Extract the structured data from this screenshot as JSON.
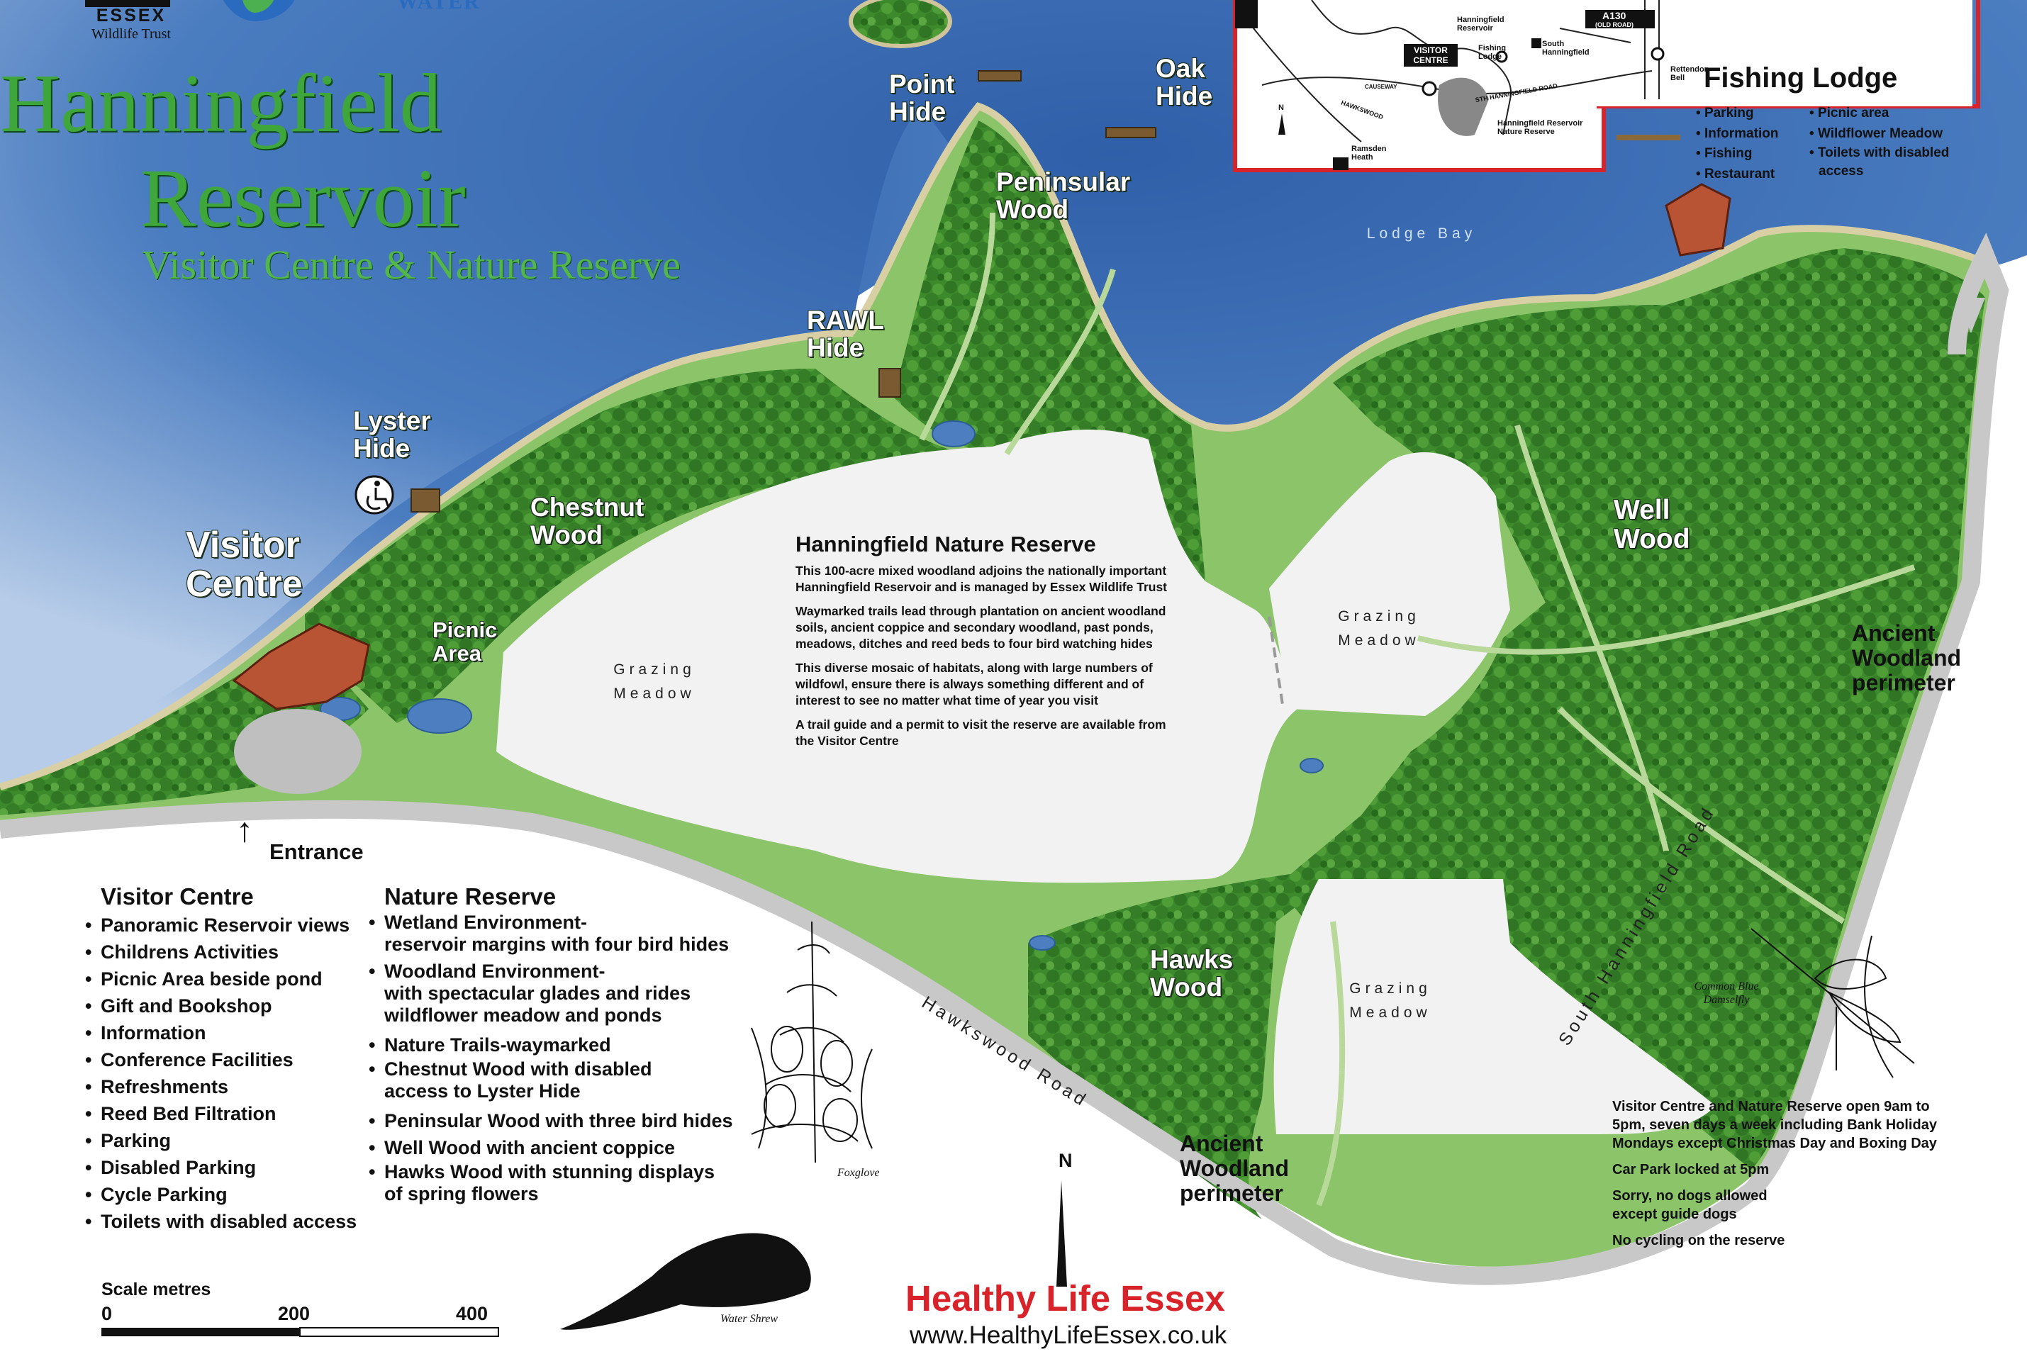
{
  "logos": {
    "essex_name": "ESSEX",
    "essex_sub": "Wildlife Trust",
    "water_name": "WATER"
  },
  "title": {
    "line1": "Hanningfield",
    "line2": "Reservoir",
    "line3": "Visitor Centre & Nature Reserve"
  },
  "map_labels": {
    "point_hide": "Point Hide",
    "oak_hide": "Oak Hide",
    "peninsular_wood": "Peninsular Wood",
    "rawl_hide": "RAWL Hide",
    "lyster_hide": "Lyster Hide",
    "chestnut_wood": "Chestnut Wood",
    "visitor_centre": "Visitor Centre",
    "picnic_area": "Picnic Area",
    "entrance": "Entrance",
    "lodge_bay": "Lodge Bay",
    "grazing_meadow": "Grazing Meadow",
    "well_wood": "Well Wood",
    "ancient_woodland": "Ancient Woodland perimeter",
    "hawks_wood": "Hawks Wood",
    "hawkswood_road": "Hawkswood Road",
    "south_hanningfield_road": "South Hanningfield Road"
  },
  "inset_map": {
    "labels": [
      "Hanningfield Reservoir",
      "Fishing Lodge",
      "South Hanningfield",
      "A130",
      "(OLD ROAD)",
      "Rettendon Bell",
      "VISITOR CENTRE",
      "CAUSEWAY",
      "HAWKSWOOD",
      "Hanningfield Reservoir Nature Reserve",
      "Ramsden Heath",
      "STH HANNINGFIELD ROAD",
      "N"
    ]
  },
  "fishing_lodge": {
    "title": "Fishing Lodge",
    "col1": [
      "Parking",
      "Information",
      "Fishing",
      "Restaurant"
    ],
    "col2": [
      "Picnic area",
      "Wildflower Meadow",
      "Toilets with disabled access"
    ]
  },
  "nature_reserve_info": {
    "title": "Hanningfield Nature Reserve",
    "paragraphs": [
      "This 100-acre mixed woodland adjoins the nationally important Hanningfield Reservoir and is managed by Essex Wildlife Trust",
      "Waymarked trails lead through plantation on ancient woodland soils, ancient coppice and secondary woodland, past ponds, meadows, ditches and reed beds to four bird watching hides",
      "This diverse mosaic of habitats, along with large numbers of wildfowl, ensure there is always something different and of interest to see no matter what time of year you visit",
      "A trail guide and a permit to visit the reserve are available from the Visitor Centre"
    ]
  },
  "visitor_centre_list": {
    "title": "Visitor Centre",
    "items": [
      "Panoramic Reservoir views",
      "Childrens Activities",
      "Picnic Area beside pond",
      "Gift and Bookshop",
      "Information",
      "Conference Facilities",
      "Refreshments",
      "Reed Bed Filtration",
      "Parking",
      "Disabled Parking",
      "Cycle Parking",
      "Toilets with disabled access"
    ]
  },
  "nature_reserve_list": {
    "title": "Nature Reserve",
    "items": [
      {
        "main": "Wetland Environment-",
        "sub": "reservoir margins with four bird hides"
      },
      {
        "main": "Woodland Environment-",
        "sub": "with spectacular glades and rides"
      },
      {
        "main": "",
        "sub": "wildflower meadow and ponds"
      },
      {
        "main": "Nature Trails-waymarked",
        "sub": ""
      },
      {
        "main": "Chestnut Wood with disabled",
        "sub": "access to Lyster Hide"
      },
      {
        "main": "Peninsular Wood with three bird hides",
        "sub": ""
      },
      {
        "main": "Well Wood with ancient coppice",
        "sub": ""
      },
      {
        "main": "Hawks Wood with stunning displays",
        "sub": "of spring flowers"
      }
    ]
  },
  "illustrations": {
    "foxglove": "Foxglove",
    "damselfly": "Common Blue Damselfly",
    "shrew": "Water Shrew"
  },
  "opening_info": [
    "Visitor Centre and Nature Reserve open 9am to 5pm, seven days a week including Bank Holiday Mondays except Christmas Day and Boxing Day",
    "Car Park locked at 5pm",
    "Sorry, no dogs allowed except guide dogs",
    "No cycling on the reserve"
  ],
  "scale": {
    "title": "Scale metres",
    "ticks": [
      "0",
      "200",
      "400"
    ]
  },
  "north_arrow": "N",
  "branding": {
    "name": "Healthy Life Essex",
    "url": "www.HealthyLifeEssex.co.uk"
  },
  "colors": {
    "water": "#3f6fb3",
    "woodland": "#3f8a2e",
    "grass": "#8cc46a",
    "meadow": "#f2f2f2",
    "road": "#c8c8c8",
    "title_green": "#3ea63a",
    "brand_red": "#d8232a",
    "inset_border": "#d8232a"
  }
}
